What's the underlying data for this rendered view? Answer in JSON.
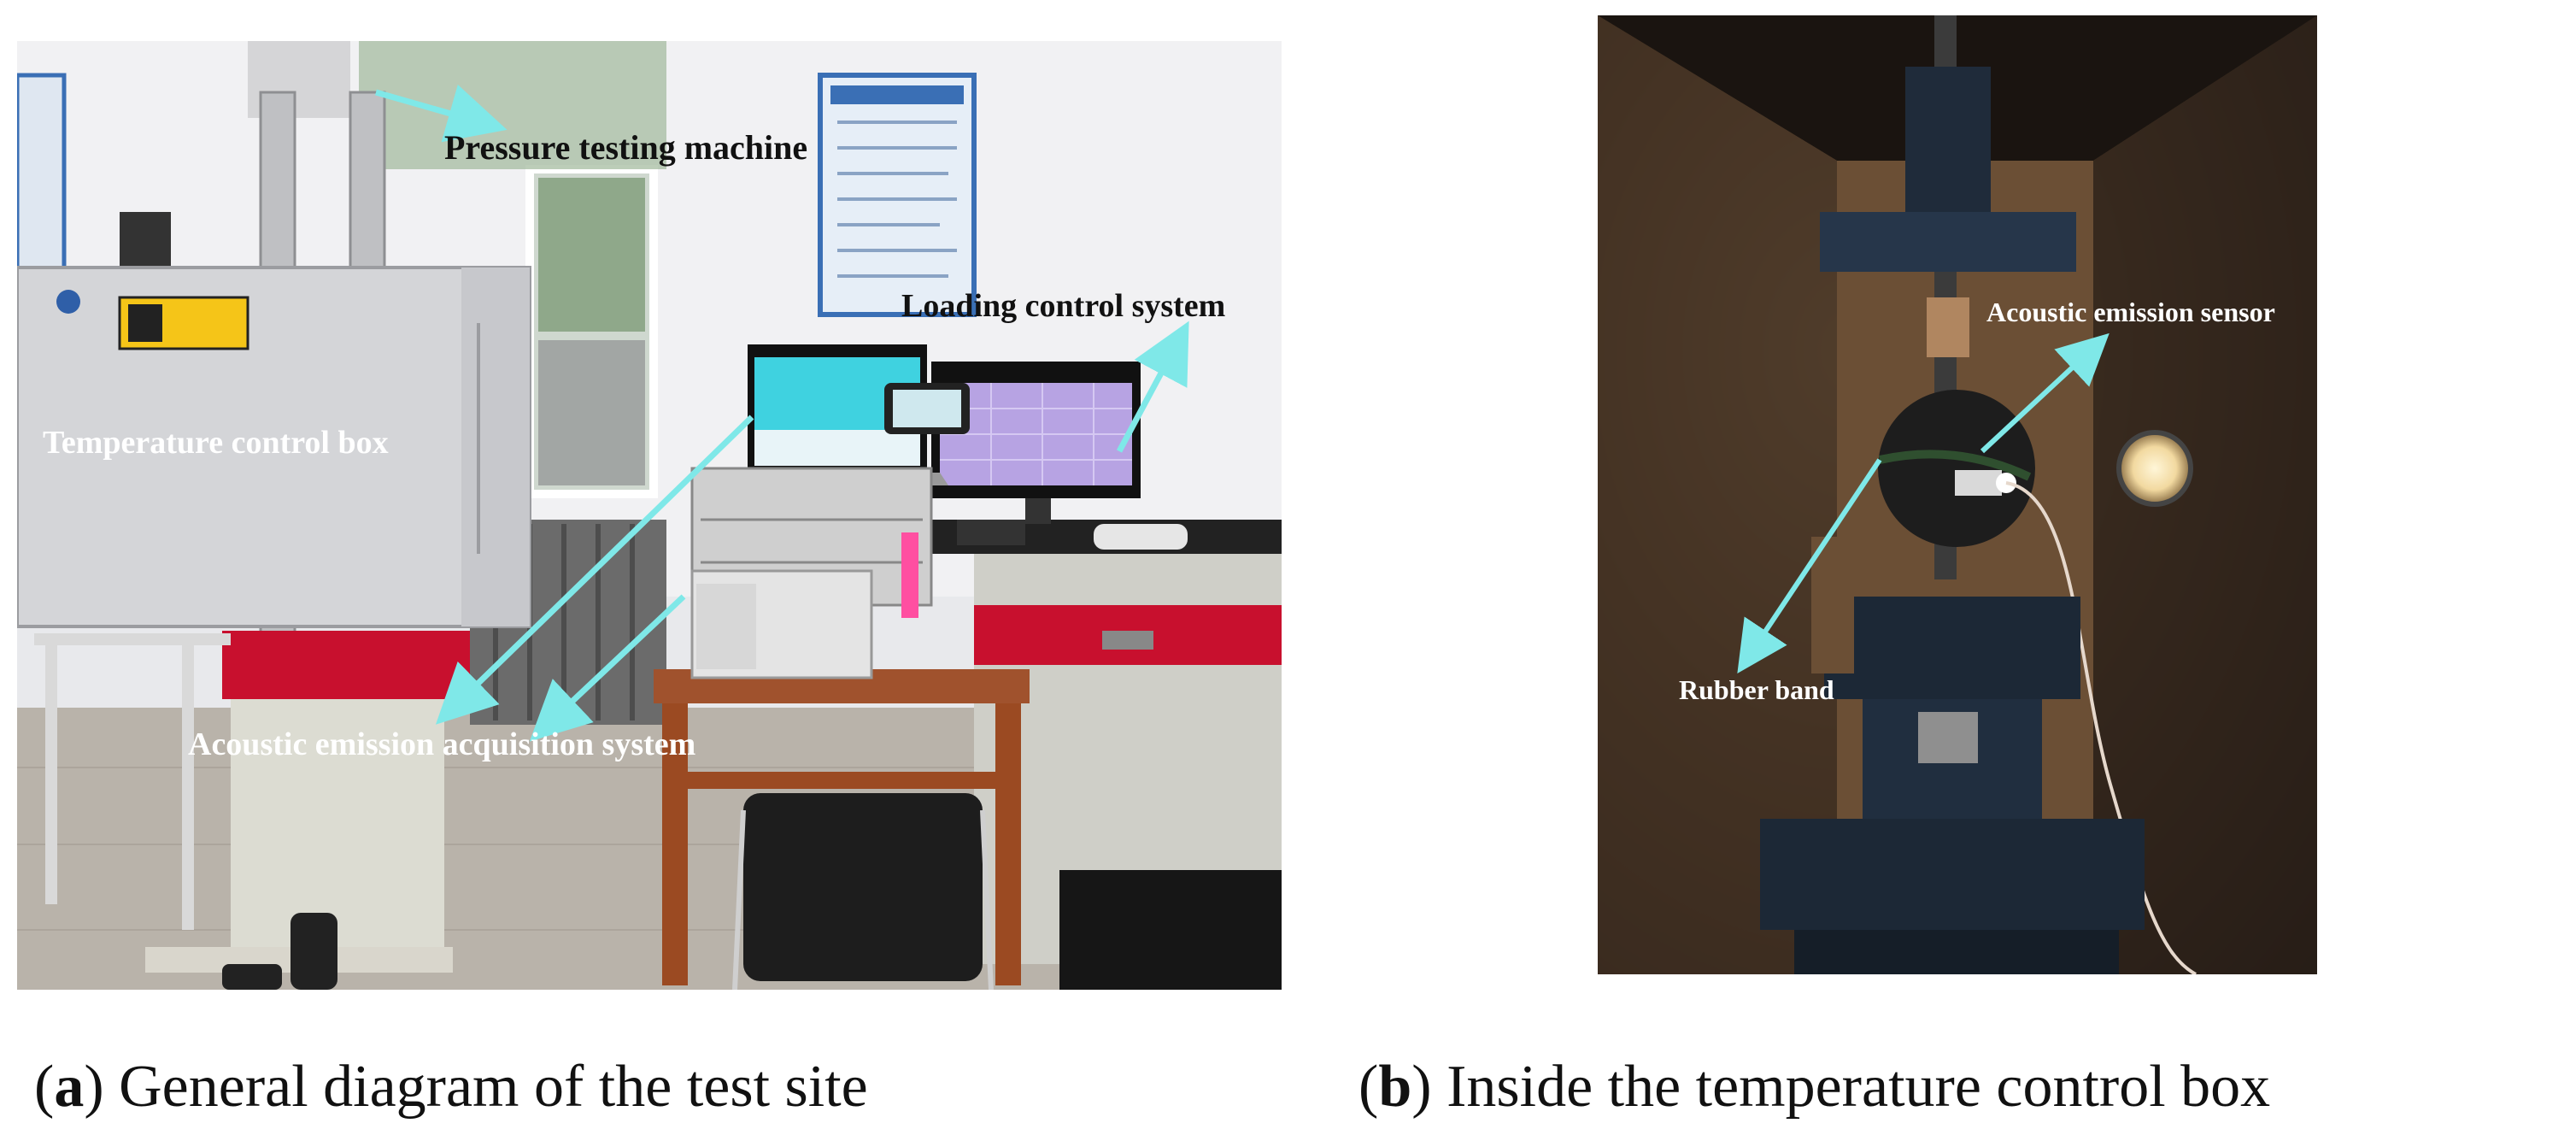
{
  "panel_a": {
    "labels": {
      "pressure_testing_machine": "Pressure testing machine",
      "loading_control_system": "Loading control system",
      "temperature_control_box": "Temperature control box",
      "acoustic_emission_acquisition_system": "Acoustic emission acquisition system"
    },
    "caption": {
      "letter": "a",
      "text": "General diagram of the test site"
    }
  },
  "panel_b": {
    "labels": {
      "acoustic_emission_sensor": "Acoustic emission sensor",
      "rubber_band": "Rubber band"
    },
    "caption": {
      "letter": "b",
      "text": "Inside the temperature control box"
    }
  },
  "colors": {
    "arrow": "#7fe8e8",
    "warning_label": "#f5c518",
    "cabinet_red": "#c8102e"
  }
}
